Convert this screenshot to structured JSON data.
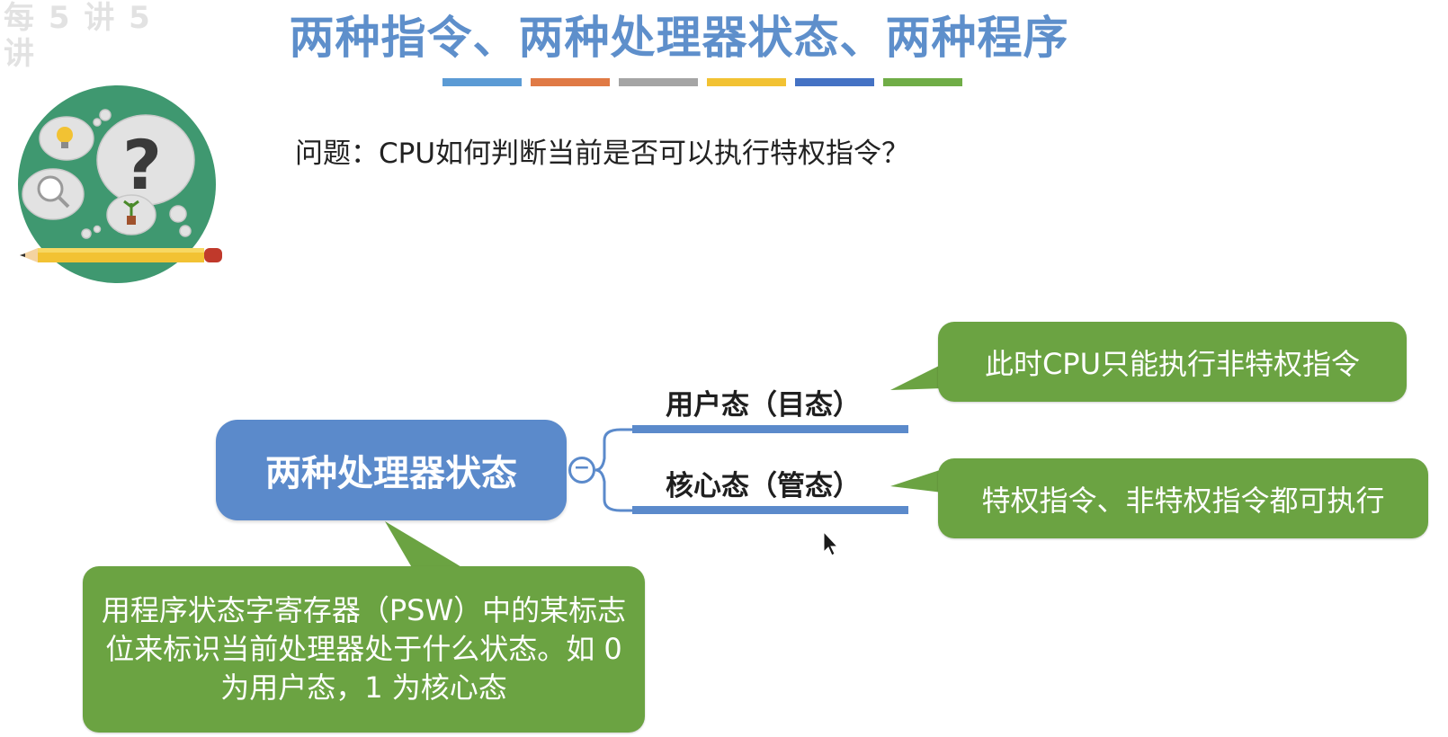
{
  "watermark": "每 5 讲 5 讲",
  "title": "两种指令、两种处理器状态、两种程序",
  "title_bar_colors": [
    "#5b9bd5",
    "#e07a45",
    "#a5a5a5",
    "#f2c233",
    "#4472c4",
    "#70ad47"
  ],
  "question": "问题：CPU如何判断当前是否可以执行特权指令？",
  "mindmap": {
    "center": "两种处理器状态",
    "collapse_symbol": "−",
    "branches": [
      {
        "label": "用户态（目态）",
        "note": "此时CPU只能执行非特权指令"
      },
      {
        "label": "核心态（管态）",
        "note": "特权指令、非特权指令都可执行"
      }
    ],
    "center_note": "用程序状态字寄存器（PSW）中的某标志位来标识当前处理器处于什么状态。如 0 为用户态，1 为核心态"
  },
  "colors": {
    "title": "#5e8fcb",
    "node": "#5b8acb",
    "callout": "#6ba342",
    "thinker_bg": "#3f9870",
    "pencil": "#f2c233"
  },
  "icons": {
    "thinker": "question-thought-bubble-icon",
    "cursor": "mouse-pointer-icon"
  }
}
